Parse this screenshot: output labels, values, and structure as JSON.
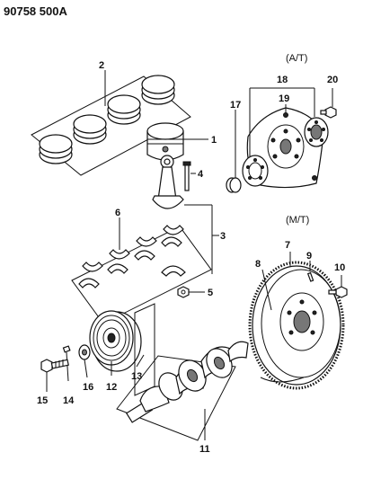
{
  "header": {
    "code": "90758  500A"
  },
  "sections": {
    "auto": "(A/T)",
    "manual": "(M/T)"
  },
  "callouts": {
    "c1": "1",
    "c2": "2",
    "c3": "3",
    "c4": "4",
    "c5": "5",
    "c6": "6",
    "c7": "7",
    "c8": "8",
    "c9": "9",
    "c10": "10",
    "c11": "11",
    "c12": "12",
    "c13": "13",
    "c14": "14",
    "c15": "15",
    "c16": "16",
    "c17": "17",
    "c18": "18",
    "c19": "19",
    "c20": "20"
  }
}
